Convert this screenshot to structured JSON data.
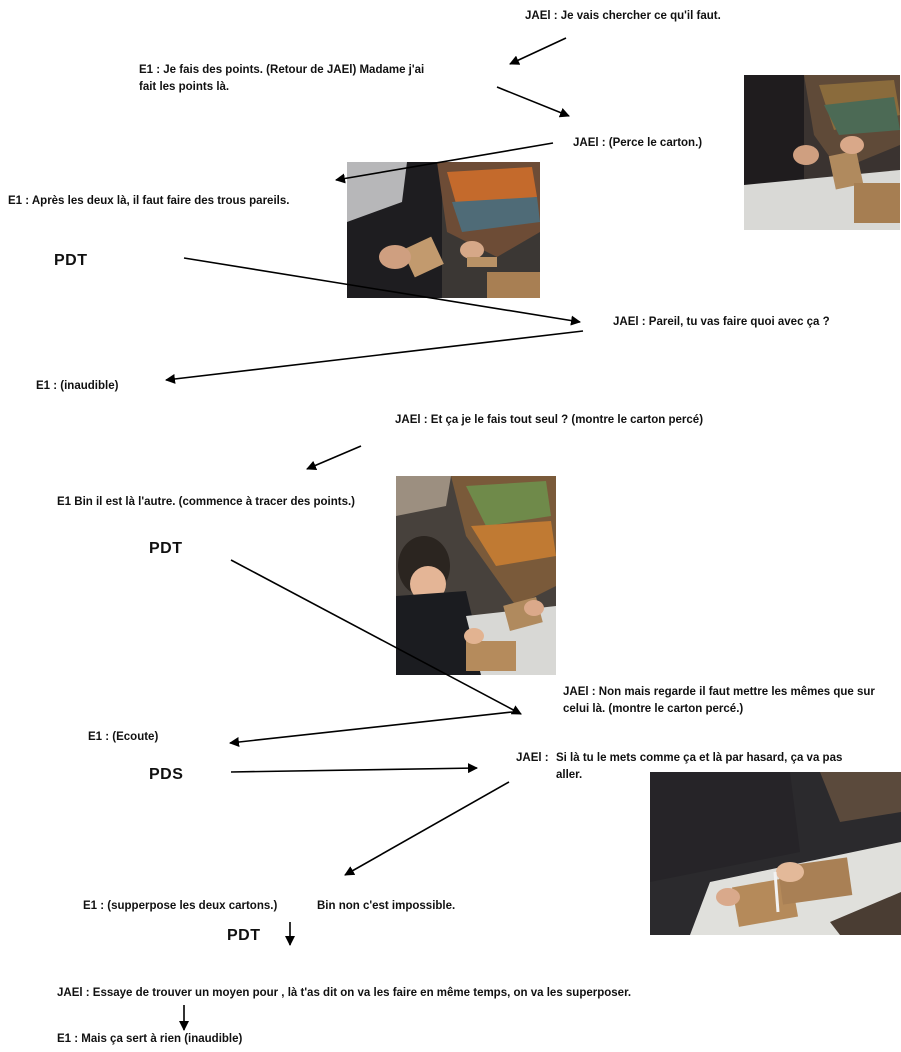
{
  "lines": {
    "l1": "JAEl : Je vais chercher ce qu'il faut.",
    "l2": "E1 : Je fais des points. (Retour de JAEl) Madame j'ai fait les points là.",
    "l3": "JAEl : (Perce le carton.)",
    "l4": "E1 : Après les deux là, il faut faire des trous pareils.",
    "l5": "JAEl : Pareil, tu vas faire quoi avec ça ?",
    "l6": "E1 : (inaudible)",
    "l7": "JAEl : Et ça je le fais tout seul ? (montre le carton percé)",
    "l8": "E1 Bin il est là l'autre. (commence à tracer des points.)",
    "l9": "JAEl : Non mais regarde il faut mettre les mêmes que sur celui là. (montre le carton percé.)",
    "l10": "E1 : (Ecoute)",
    "l11a": "JAEl :",
    "l11b": "Si là tu le mets comme ça et là par hasard, ça va pas aller.",
    "l12a": "E1 : (supperpose les deux cartons.)",
    "l12b": "Bin non c'est impossible.",
    "l13": "JAEl : Essaye de trouver un moyen pour , là t'as dit on va les faire en même temps, on va les superposer.",
    "l14": "E1 :  Mais ça sert à rien (inaudible)"
  },
  "codes": {
    "pdt1": "PDT",
    "pdt2": "PDT",
    "pds": "PDS",
    "pdt3": "PDT"
  }
}
